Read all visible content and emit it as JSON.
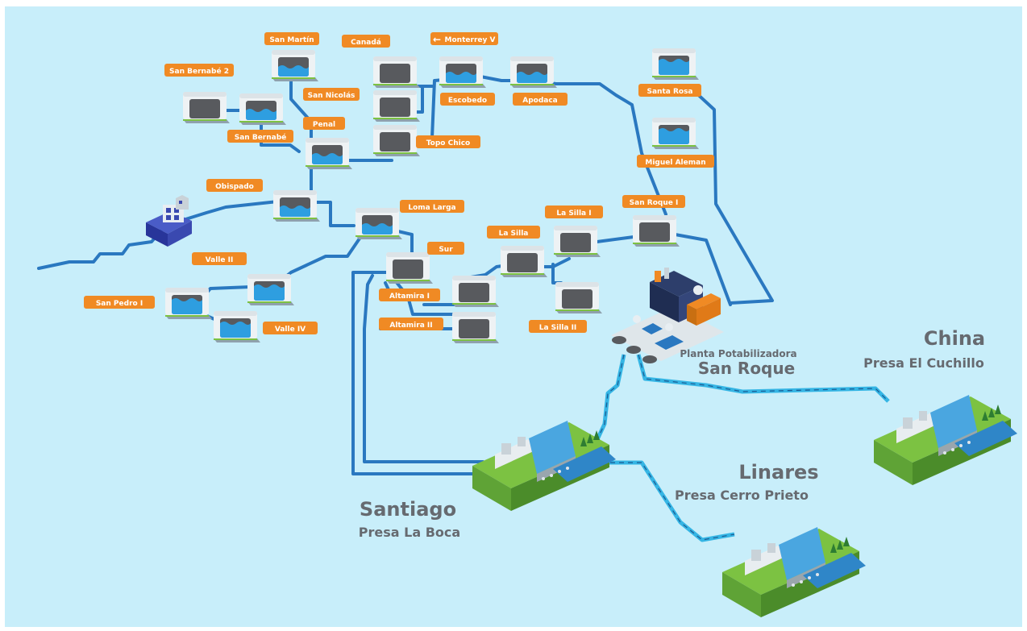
{
  "tanks": {
    "san_martin": "San Martín",
    "canada": "Canadá",
    "monterrey_v": "Monterrey V",
    "san_bernabe_2": "San Bernabé 2",
    "san_nicolas": "San Nicolás",
    "escobedo": "Escobedo",
    "apodaca": "Apodaca",
    "santa_rosa": "Santa Rosa",
    "penal": "Penal",
    "san_bernabe": "San Bernabé",
    "topo_chico": "Topo Chico",
    "miguel_aleman": "Miguel Aleman",
    "obispado": "Obispado",
    "loma_larga": "Loma Larga",
    "la_silla_i": "La Silla I",
    "san_roque_i": "San Roque I",
    "la_silla": "La Silla",
    "sur": "Sur",
    "valle_ii": "Valle II",
    "altamira_i": "Altamira I",
    "san_pedro_i": "San Pedro I",
    "valle_iv": "Valle IV",
    "altamira_ii": "Altamira II",
    "la_silla_ii": "La Silla II"
  },
  "plant": {
    "line1": "Planta Potabilizadora",
    "line2": "San Roque"
  },
  "dams": {
    "china": {
      "city": "China",
      "name": "Presa El Cuchillo"
    },
    "linares": {
      "city": "Linares",
      "name": "Presa Cerro Prieto"
    },
    "santiago": {
      "city": "Santiago",
      "name": "Presa La Boca"
    }
  },
  "colors": {
    "background": "#c8eefa",
    "pipe": "#2a78c0",
    "aqueduct": "#35b5e4",
    "label": "#f08a24",
    "title_text": "#666a70"
  },
  "icons": {
    "arrow": "arrow-left-icon",
    "tank": "water-tank-icon",
    "plant": "treatment-plant-icon",
    "dam": "dam-icon",
    "building": "city-building-icon"
  }
}
